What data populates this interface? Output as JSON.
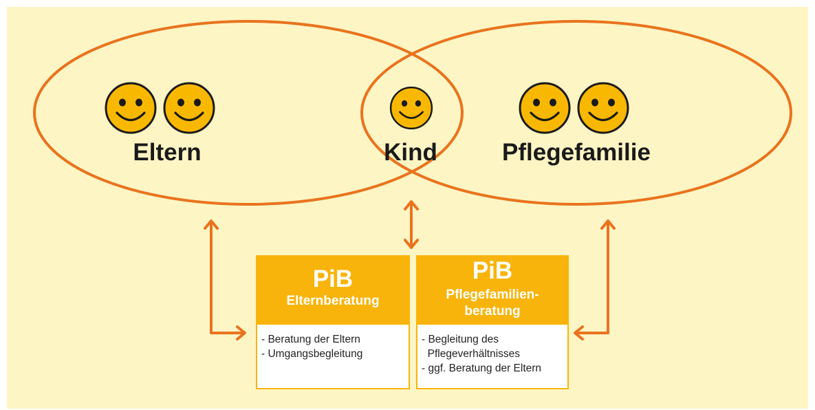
{
  "colors": {
    "background": "#fef5c4",
    "orange": "#e9731e",
    "box_header": "#f8b40a",
    "smiley_fill": "#f9b800",
    "smiley_stroke": "#1a1a1a",
    "text": "#1a1a1a"
  },
  "circles": {
    "left_label": "Eltern",
    "center_label": "Kind",
    "right_label": "Pflegefamilie"
  },
  "icons": {
    "smiley": "smiley-face-icon",
    "arrow": "double-headed-arrow"
  },
  "box_elternberatung": {
    "title": "PiB",
    "subtitle": "Elternberatung",
    "items": [
      "- Beratung der Eltern",
      "- Umgangsbegleitung"
    ]
  },
  "box_pflegefamilienberatung": {
    "title": "PiB",
    "subtitle_line1": "Pflegefamilien-",
    "subtitle_line2": "beratung",
    "items": [
      "- Begleitung des",
      "  Pflegeverhältnisses",
      "- ggf. Beratung der Eltern"
    ]
  }
}
